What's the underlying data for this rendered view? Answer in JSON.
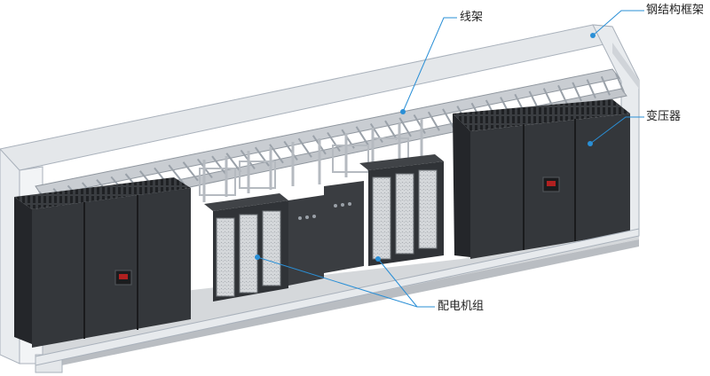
{
  "labels": {
    "steel_frame": "钢结构框架",
    "cable_tray": "线架",
    "transformer": "变压器",
    "distribution_unit": "配电机组"
  },
  "colors": {
    "frame": "#d9dde2",
    "frame_edge": "#a9b1bb",
    "cabinet_dark": "#2e3033",
    "cabinet_mid": "#3b3e42",
    "panel_light": "#c9ccd0",
    "leader": "#2a8fd6"
  }
}
